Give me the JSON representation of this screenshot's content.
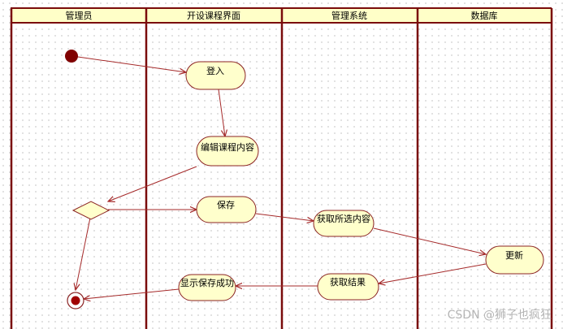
{
  "lanes": [
    "管理员",
    "开设课程界面",
    "管理系统",
    "数据库"
  ],
  "nodes": {
    "login": "登入",
    "edit": "编辑课程内容",
    "save": "保存",
    "fetch_content": "获取所选内容",
    "update": "更新",
    "fetch_result": "获取结果",
    "show_success": "显示保存成功"
  },
  "watermark": "CSDN @狮子也疯狂",
  "colors": {
    "lane_border": "#7a0c0c",
    "header_fill": "#ffffc8",
    "node_fill": "#ffffcc",
    "node_stroke": "#8b2323",
    "edge": "#a52a2a",
    "initial": "#800000"
  }
}
